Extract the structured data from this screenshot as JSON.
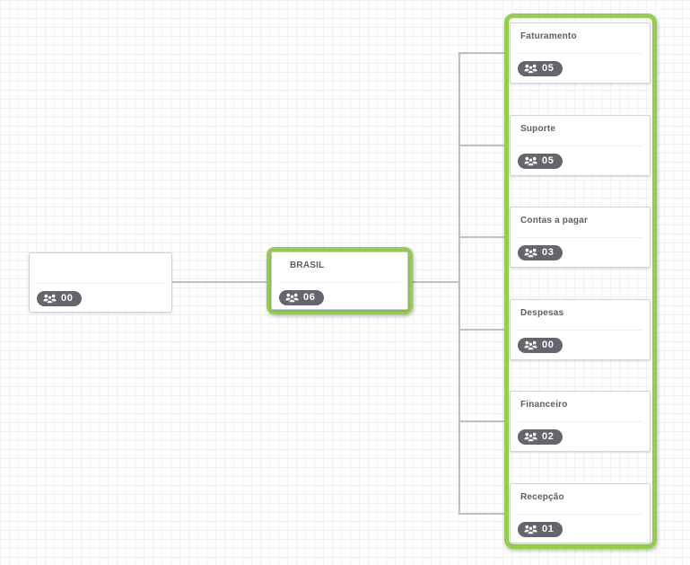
{
  "colors": {
    "highlight_green": "#93cf47",
    "badge_background": "#65656d",
    "connector_gray": "#bfbfc4"
  },
  "nodes": {
    "root": {
      "title": "",
      "count": "00"
    },
    "brasil": {
      "title": "BRASIL",
      "count": "06"
    },
    "children": [
      {
        "title": "Faturamento",
        "count": "05"
      },
      {
        "title": "Suporte",
        "count": "05"
      },
      {
        "title": "Contas a pagar",
        "count": "03"
      },
      {
        "title": "Despesas",
        "count": "00"
      },
      {
        "title": "Financeiro",
        "count": "02"
      },
      {
        "title": "Recepção",
        "count": "01"
      }
    ]
  }
}
